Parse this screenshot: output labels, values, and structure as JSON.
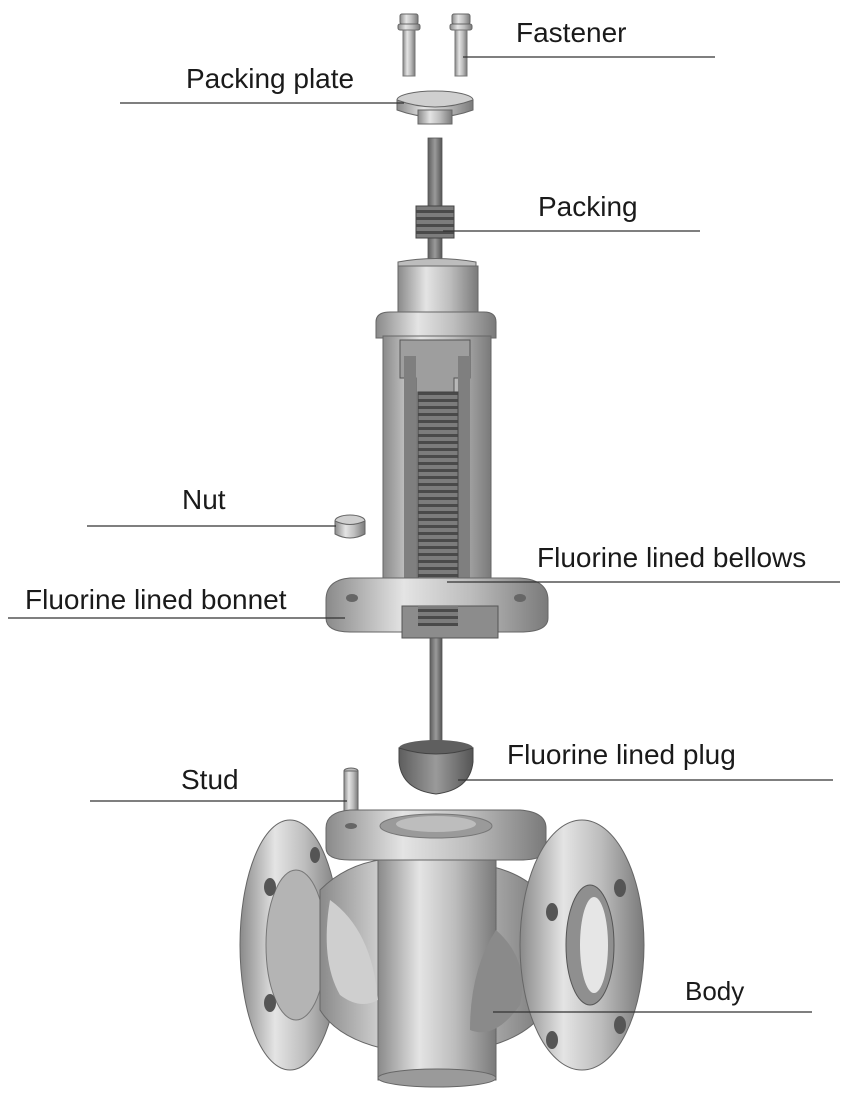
{
  "labels": {
    "fastener": "Fastener",
    "packing_plate": "Packing plate",
    "packing": "Packing",
    "nut": "Nut",
    "bellows": "Fluorine lined bellows",
    "bonnet": "Fluorine lined bonnet",
    "plug": "Fluorine lined plug",
    "stud": "Stud",
    "body": "Body"
  },
  "colors": {
    "metal_light": "#d9d9d9",
    "metal_mid": "#a9a9a9",
    "metal_dark": "#6f6f6f",
    "section_cut": "#8c8c8c",
    "line": "#333333"
  }
}
